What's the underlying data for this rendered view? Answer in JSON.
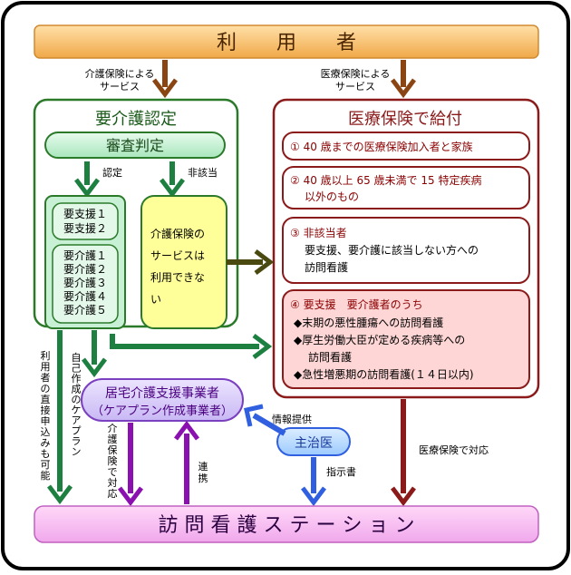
{
  "top_bar": {
    "label": "利　　用　　者"
  },
  "bottom_bar": {
    "label": "訪 問 看 護 ス テ ー シ ョ ン"
  },
  "service_labels": {
    "kaigo": [
      "介護保険による",
      "サービス"
    ],
    "iryo": [
      "医療保険による",
      "サービス"
    ]
  },
  "care_panel": {
    "title": "要介護認定",
    "judgement": "審査判定",
    "arrow_nintei": "認定",
    "arrow_higaitou": "非該当",
    "shien": [
      "要支援１",
      "要支援２"
    ],
    "kaigo": [
      "要介護１",
      "要介護２",
      "要介護３",
      "要介護４",
      "要介護５"
    ],
    "not_available": [
      "介護保険の",
      "サービスは",
      "利用できな",
      "い"
    ]
  },
  "medical_panel": {
    "title": "医療保険で給付",
    "box1": "① 40 歳までの医療保険加入者と家族",
    "box2": [
      "② 40 歳以上 65 歳未満で 15 特定疾病",
      "以外のもの"
    ],
    "box3": [
      "③ 非該当者",
      "要支援、要介護に該当しない方への",
      "訪問看護"
    ],
    "box4": {
      "title": "④ 要支援　要介護者のうち",
      "items": [
        "◆末期の悪性腫瘍への訪問看護",
        "◆厚生労働大臣が定める疾病等への",
        "訪問看護",
        "◆急性増悪期の訪問看護(１４日以内)"
      ]
    }
  },
  "care_manager": {
    "lines": [
      "居宅介護支援事業者",
      "（ケアプラン作成事業者）"
    ]
  },
  "doctor": {
    "label": "主治医"
  },
  "edge_labels": {
    "direct_apply": "利用者の直接申込みも可能",
    "self_plan": "自己作成のケアプラン",
    "kaigo_taiou": "介護保険で対応",
    "renkei": "連携",
    "info": "情報提供",
    "instruction": "指示書",
    "iryo_taiou": "医療保険で対応"
  },
  "colors": {
    "orange": "#f0a848",
    "green_border": "#2a7a2a",
    "green_arrow": "#1d8040",
    "green_fill": "#b8eccc",
    "yellow": "#ffff99",
    "red_border": "#8b1a1a",
    "pink": "#ffd6d6",
    "purple": "#8a10b0",
    "lavender": "#d8c8f8",
    "pink_bar": "#f4b0f0",
    "blue": "#3060e0",
    "light_blue": "#b0d8ff",
    "brown": "#8b4513"
  }
}
